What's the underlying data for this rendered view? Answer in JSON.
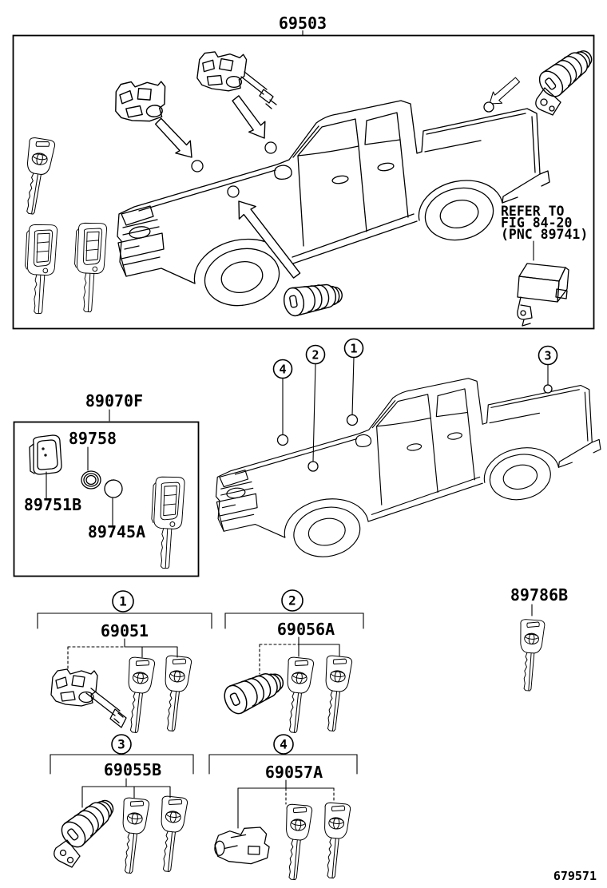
{
  "colors": {
    "ink": "#000000",
    "paper": "#ffffff"
  },
  "figure": {
    "number": "69503",
    "footer_code": "679571"
  },
  "top_box": {
    "refer_note": {
      "line1": "REFER TO",
      "line2": "FIG 84-20",
      "line3": "(PNC 89741)"
    }
  },
  "kit_box": {
    "label": "89070F",
    "cover_part": "89751B",
    "ring_part": "89758",
    "battery_part": "89745A"
  },
  "callouts": {
    "c1": "1",
    "c2": "2",
    "c3": "3",
    "c4": "4"
  },
  "groups": {
    "g1": {
      "callout": "1",
      "part": "69051"
    },
    "g2": {
      "callout": "2",
      "part": "69056A"
    },
    "g3": {
      "callout": "3",
      "part": "69055B"
    },
    "g4": {
      "callout": "4",
      "part": "69057A"
    }
  },
  "standalone_key": {
    "part": "89786B"
  }
}
